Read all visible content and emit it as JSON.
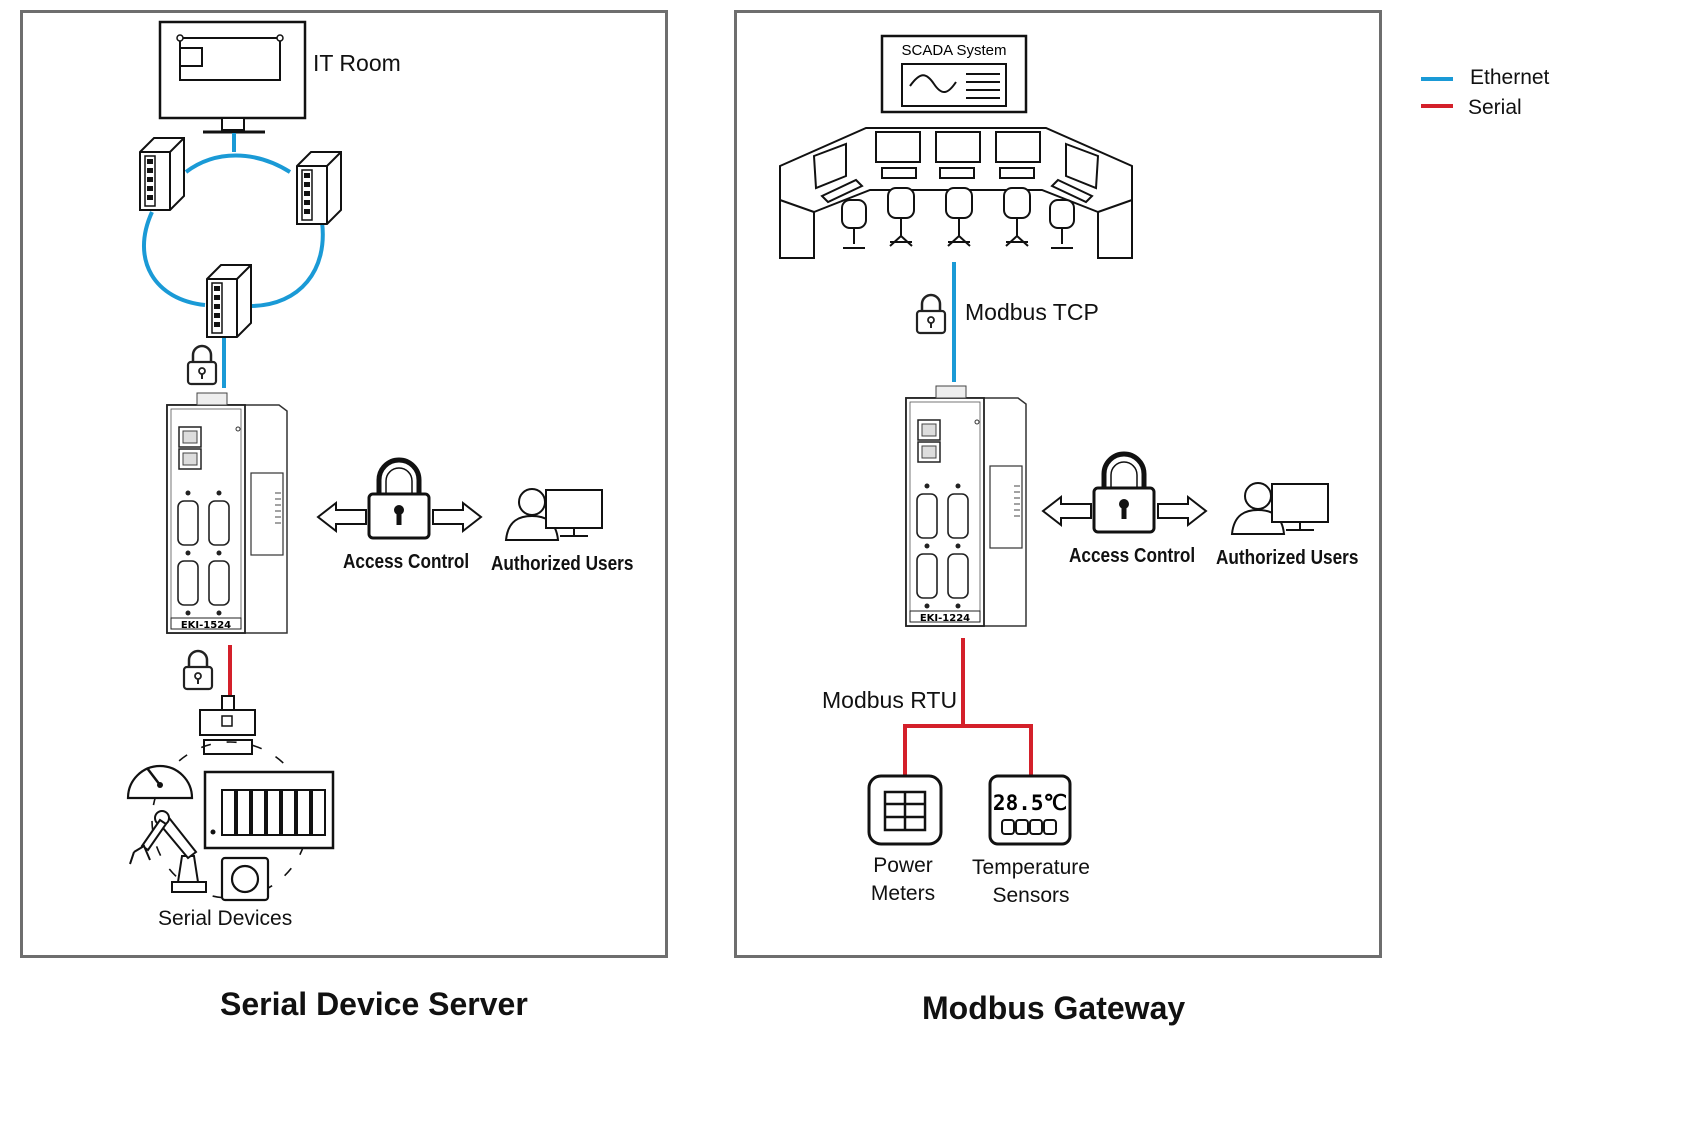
{
  "legend": {
    "ethernet": {
      "label": "Ethernet",
      "color": "#1a9ad6"
    },
    "serial": {
      "label": "Serial",
      "color": "#d4202a"
    }
  },
  "serial_device_server": {
    "caption": "Serial Device Server",
    "it_room_label": "IT Room",
    "device_model": "EKI-1524",
    "access_control_label": "Access Control",
    "authorized_users_label": "Authorized Users",
    "serial_devices_label": "Serial Devices"
  },
  "modbus_gateway": {
    "caption": "Modbus Gateway",
    "scada_label": "SCADA System",
    "modbus_tcp_label": "Modbus TCP",
    "device_model": "EKI-1224",
    "access_control_label": "Access Control",
    "authorized_users_label": "Authorized Users",
    "modbus_rtu_label": "Modbus RTU",
    "power_meters_label_line1": "Power",
    "power_meters_label_line2": "Meters",
    "temperature_label_line1": "Temperature",
    "temperature_label_line2": "Sensors",
    "temperature_reading": "28.5℃"
  },
  "icons": [
    "lock-icon",
    "monitor-icon",
    "switch-icon",
    "user-icon",
    "gauge-icon",
    "robot-arm-icon",
    "plc-icon",
    "camera-icon",
    "control-room-icon",
    "power-meter-icon",
    "temperature-sensor-icon"
  ]
}
